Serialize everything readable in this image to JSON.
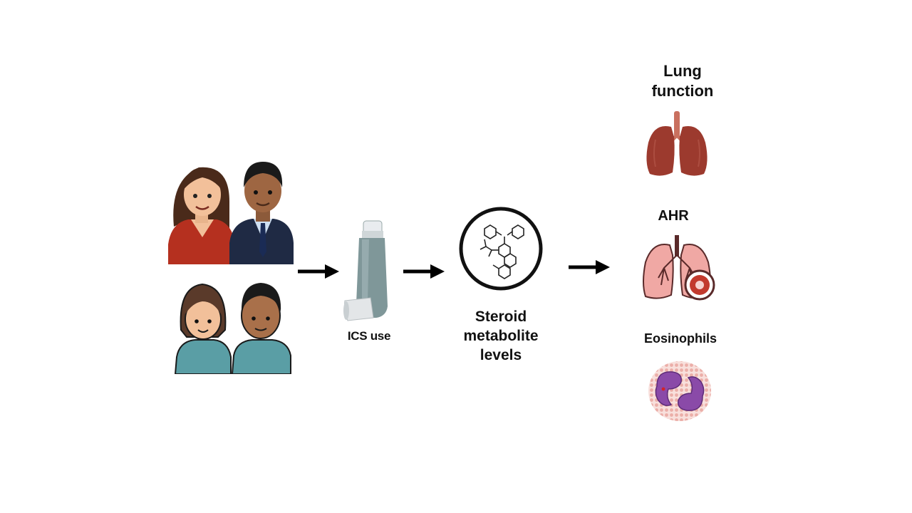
{
  "labels": {
    "ics_use": "ICS use",
    "steroid_line1": "Steroid",
    "steroid_line2": "metabolite",
    "steroid_line3": "levels",
    "lung_line1": "Lung",
    "lung_line2": "function",
    "ahr": "AHR",
    "eosinophils": "Eosinophils"
  },
  "colors": {
    "arrow": "#000000",
    "adult_woman_top": "#b5301f",
    "adult_man_suit": "#1f2a44",
    "child_shirt": "#5a9ea5",
    "inhaler_body": "#7f9799",
    "lung_dark": "#9c3a2e",
    "lung_pink": "#f0a8a4",
    "eosinophil_nucleus": "#8a4aa8",
    "eosinophil_granules": "#f3c7c2"
  },
  "icons": {
    "adults": "adults-icon",
    "children": "children-icon",
    "inhaler": "inhaler-icon",
    "molecule": "steroid-molecule-icon",
    "lungs": "lungs-icon",
    "ahr_lungs": "airway-lungs-icon",
    "eosinophil": "eosinophil-cell-icon"
  }
}
